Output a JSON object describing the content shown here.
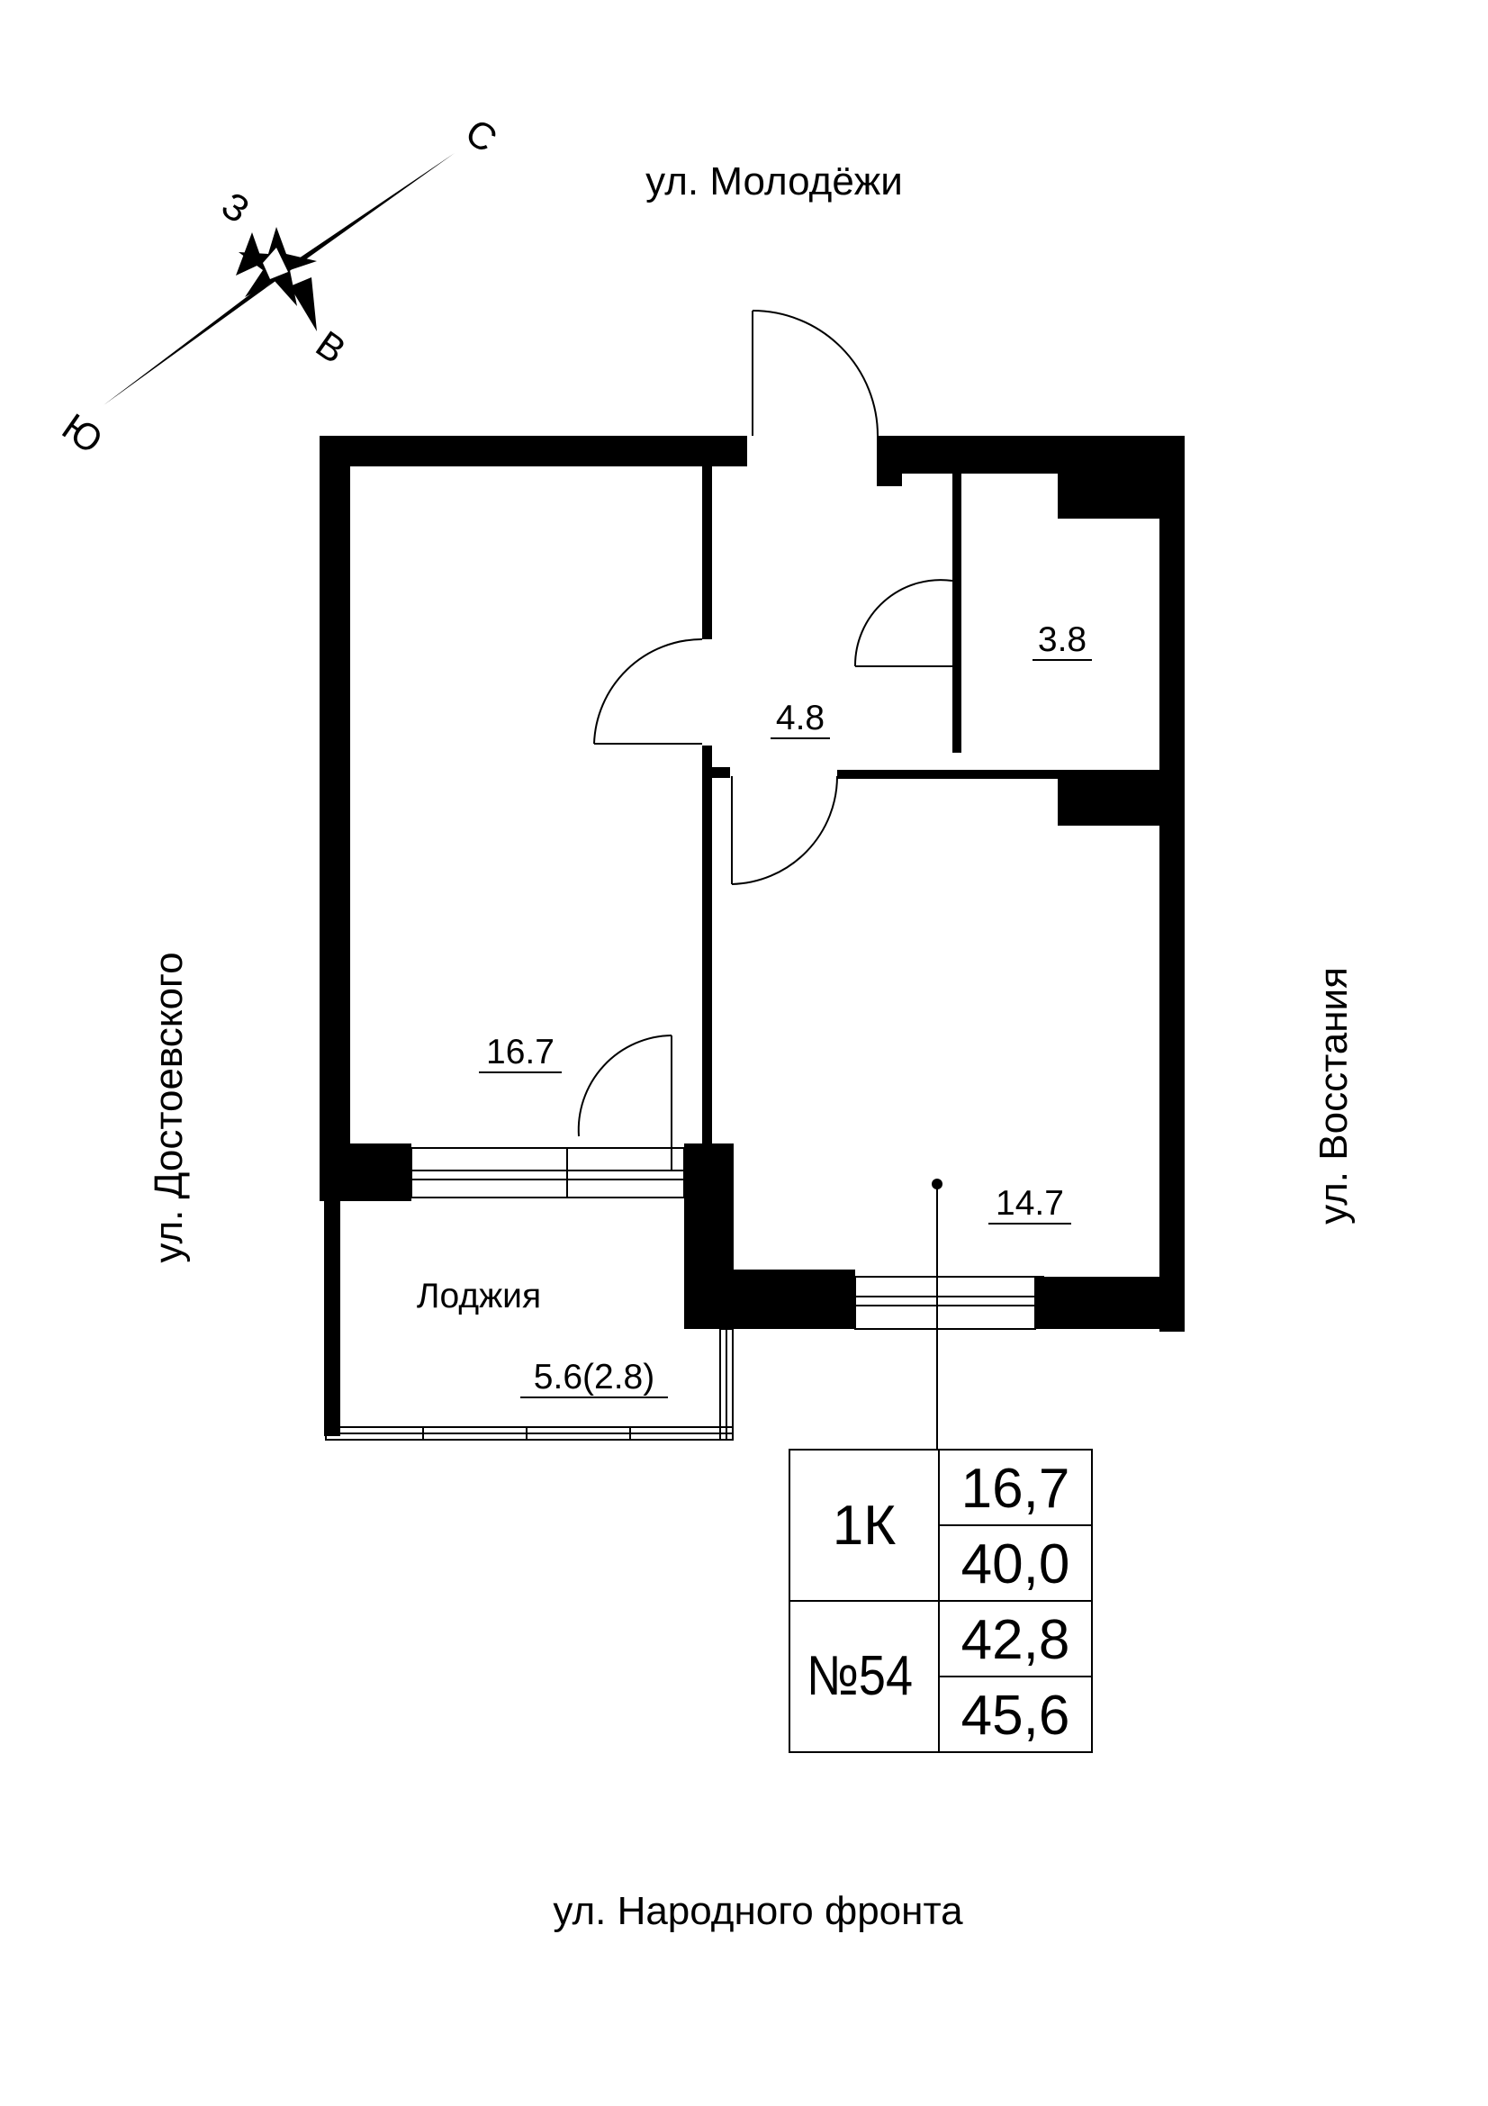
{
  "streets": {
    "north": "ул. Молодёжи",
    "south": "ул. Народного фронта",
    "west": "ул. Достоевского",
    "east": "ул. Восстания"
  },
  "compass": {
    "n": "С",
    "s": "Ю",
    "w": "З",
    "e": "В"
  },
  "rooms": {
    "bedroom_area": "16.7",
    "hall_area": "4.8",
    "bath_area": "3.8",
    "kitchen_area": "14.7",
    "loggia_name": "Лоджия",
    "loggia_area": "5.6(2.8)"
  },
  "summary": {
    "type": "1К",
    "number": "№54",
    "living_area": "16,7",
    "area_2": "40,0",
    "area_3": "42,8",
    "total_area": "45,6"
  },
  "colors": {
    "ink": "#000000",
    "paper": "#ffffff"
  }
}
